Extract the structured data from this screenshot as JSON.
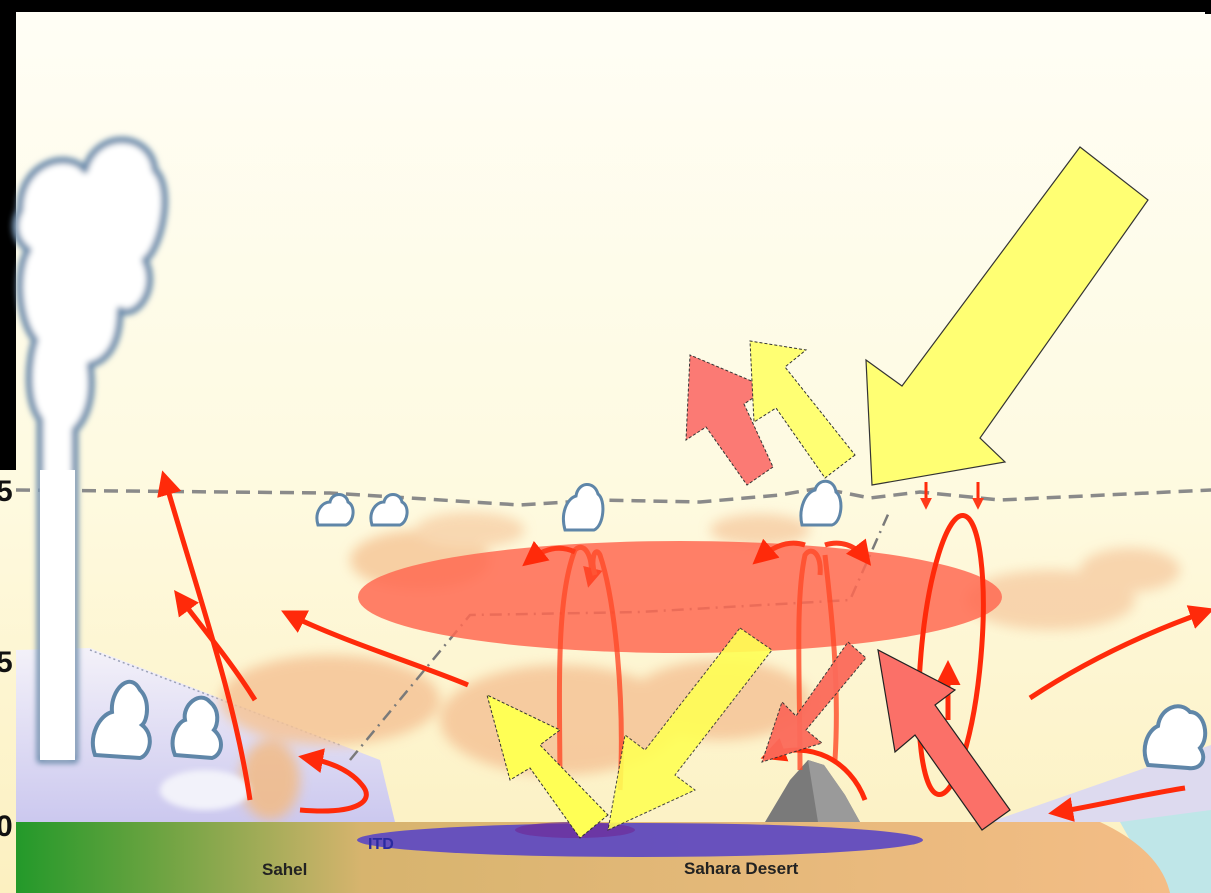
{
  "labels": {
    "itd": "ITD",
    "sahel": "Sahel",
    "sahara": "Sahara Desert"
  },
  "axis_ticks": [
    "5",
    "5",
    "0"
  ],
  "faint_text": [
    "",
    ""
  ],
  "colors": {
    "sky_top": "#fffdf2",
    "sky_bottom": "#fbf3c6",
    "heat_low": "#ff6a52",
    "circulation_arrow": "#ff2a0a",
    "solar_arrow": "#ffff73",
    "reflected_arrow": "#fb7a74",
    "heat_low_surface": "#6a4fc0",
    "ground_green": "#2a9a2a",
    "ground_sand": "#f3bd85",
    "ocean": "#bfe6e8",
    "cloud_outline": "#5f86a8",
    "dust": "#f5c497",
    "itd_text": "#2a2aa0"
  },
  "icons": [
    "cumulonimbus-cloud-icon",
    "cumulus-cloud-icon",
    "mountain-icon"
  ]
}
